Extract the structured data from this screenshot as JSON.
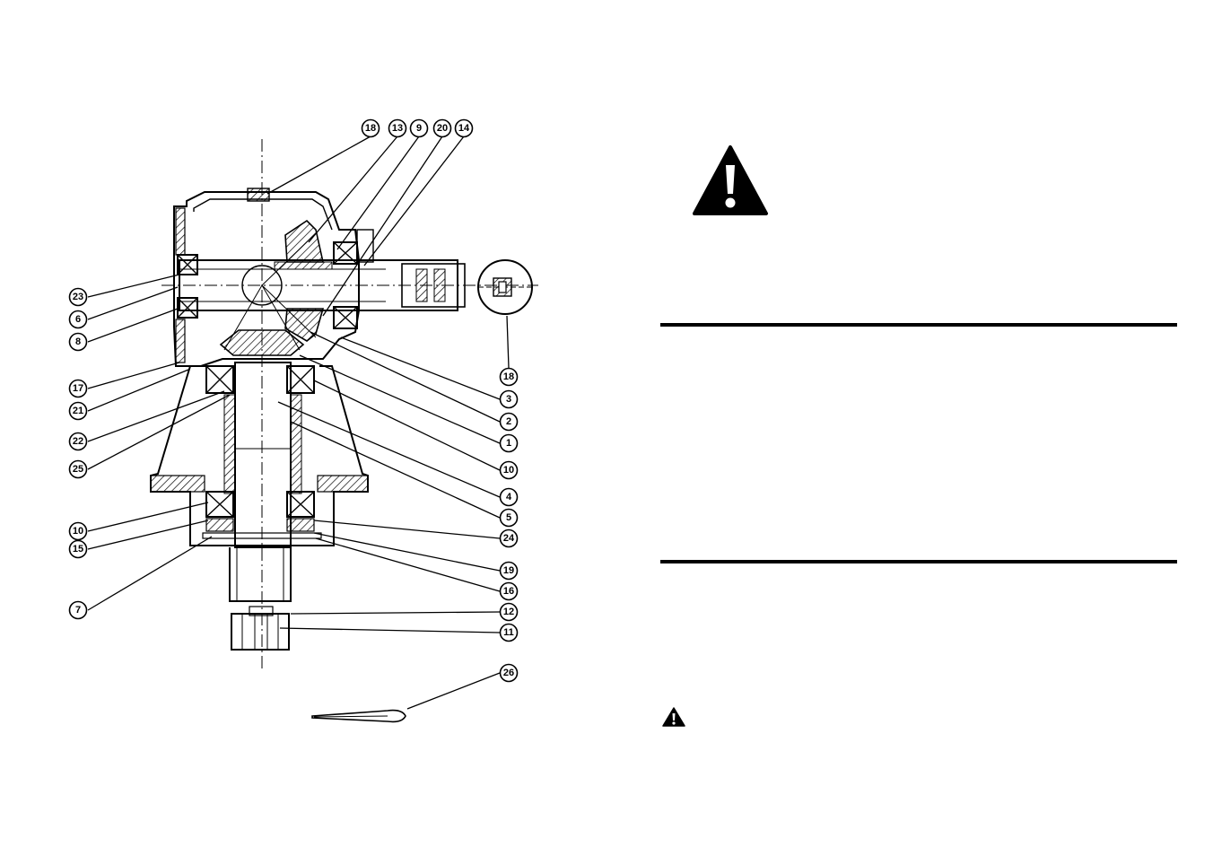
{
  "callouts": [
    {
      "id": "18",
      "label": "18"
    },
    {
      "id": "13",
      "label": "13"
    },
    {
      "id": "9",
      "label": "9"
    },
    {
      "id": "20",
      "label": "20"
    },
    {
      "id": "14",
      "label": "14"
    },
    {
      "id": "23",
      "label": "23"
    },
    {
      "id": "6",
      "label": "6"
    },
    {
      "id": "8",
      "label": "8"
    },
    {
      "id": "17",
      "label": "17"
    },
    {
      "id": "21",
      "label": "21"
    },
    {
      "id": "22",
      "label": "22"
    },
    {
      "id": "25",
      "label": "25"
    },
    {
      "id": "10a",
      "label": "10"
    },
    {
      "id": "15",
      "label": "15"
    },
    {
      "id": "7",
      "label": "7"
    },
    {
      "id": "18b",
      "label": "18"
    },
    {
      "id": "3",
      "label": "3"
    },
    {
      "id": "2",
      "label": "2"
    },
    {
      "id": "1",
      "label": "1"
    },
    {
      "id": "10b",
      "label": "10"
    },
    {
      "id": "4",
      "label": "4"
    },
    {
      "id": "5",
      "label": "5"
    },
    {
      "id": "24",
      "label": "24"
    },
    {
      "id": "19",
      "label": "19"
    },
    {
      "id": "16",
      "label": "16"
    },
    {
      "id": "12",
      "label": "12"
    },
    {
      "id": "11",
      "label": "11"
    },
    {
      "id": "26",
      "label": "26"
    }
  ],
  "icons": {
    "large_warning": "warning-triangle-icon",
    "small_warning": "warning-triangle-icon"
  },
  "colors": {
    "ink": "#000000",
    "paper": "#ffffff"
  }
}
